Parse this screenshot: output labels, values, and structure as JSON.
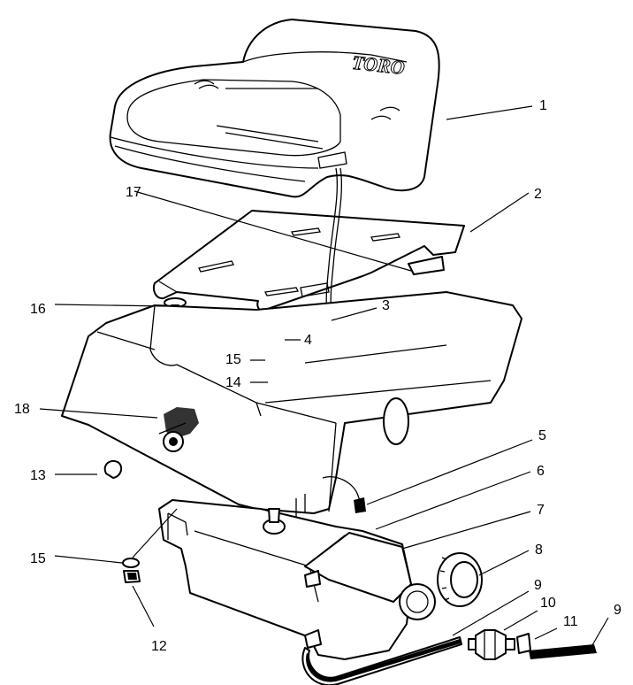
{
  "logo_text": "TORO",
  "callouts": [
    {
      "id": "c1",
      "label": "1"
    },
    {
      "id": "c2",
      "label": "2"
    },
    {
      "id": "c3",
      "label": "3"
    },
    {
      "id": "c4",
      "label": "4"
    },
    {
      "id": "c5",
      "label": "5"
    },
    {
      "id": "c6",
      "label": "6"
    },
    {
      "id": "c7",
      "label": "7"
    },
    {
      "id": "c8",
      "label": "8"
    },
    {
      "id": "c9a",
      "label": "9"
    },
    {
      "id": "c9b",
      "label": "9"
    },
    {
      "id": "c10",
      "label": "10"
    },
    {
      "id": "c11",
      "label": "11"
    },
    {
      "id": "c12",
      "label": "12"
    },
    {
      "id": "c13",
      "label": "13"
    },
    {
      "id": "c14",
      "label": "14"
    },
    {
      "id": "c15a",
      "label": "15"
    },
    {
      "id": "c15b",
      "label": "15"
    },
    {
      "id": "c16",
      "label": "16"
    },
    {
      "id": "c17",
      "label": "17"
    },
    {
      "id": "c18",
      "label": "18"
    }
  ]
}
